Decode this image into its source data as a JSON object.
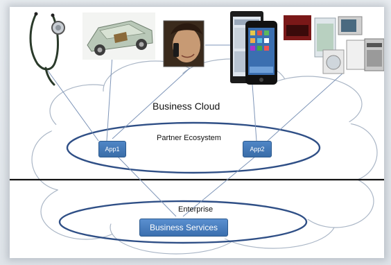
{
  "diagram": {
    "cloud_label": "Business Cloud",
    "partner_label": "Partner Ecosystem",
    "app1_label": "App1",
    "app2_label": "App2",
    "enterprise_label": "Enterprise",
    "business_services_label": "Business Services"
  },
  "devices": {
    "items": [
      "stethoscope",
      "car-chassis",
      "person-on-phone",
      "tablet",
      "smartphone",
      "home-appliances"
    ]
  },
  "colors": {
    "ellipse_stroke": "#2f4f86",
    "app_fill": "#3f74b4",
    "cloud_stroke": "#aab6c6",
    "connector": "#7e95b8",
    "divider": "#111111"
  }
}
